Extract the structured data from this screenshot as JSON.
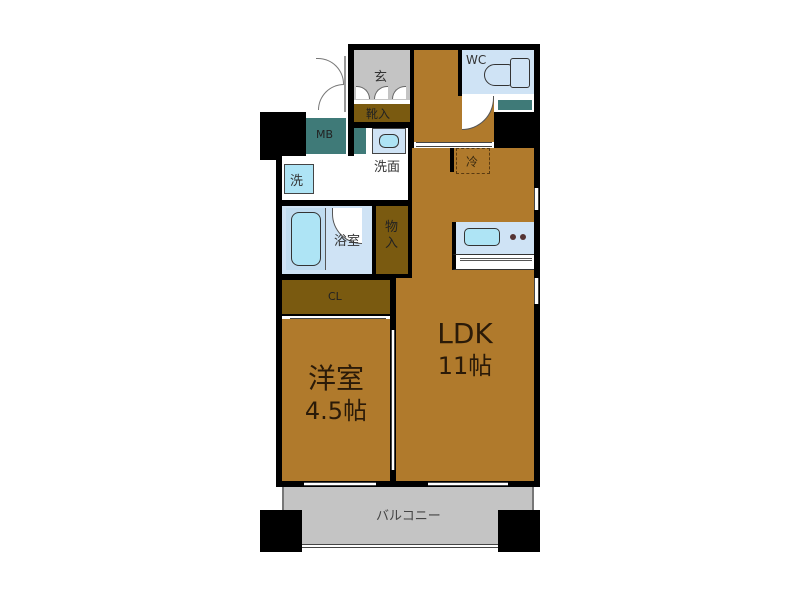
{
  "floorplan": {
    "rooms": {
      "genkan": {
        "label": "玄"
      },
      "shoe_storage": {
        "label": "靴入"
      },
      "meter_box": {
        "label": "MB"
      },
      "wc": {
        "label": "WC"
      },
      "washroom": {
        "label": "洗面"
      },
      "washer": {
        "label": "洗"
      },
      "bathroom": {
        "label": "浴室"
      },
      "storage": {
        "label": "物入"
      },
      "refrigerator": {
        "label": "冷"
      },
      "closet": {
        "label": "CL"
      },
      "western_room": {
        "label": "洋室",
        "size": "4.5帖"
      },
      "ldk": {
        "label": "LDK",
        "size": "11帖"
      },
      "balcony": {
        "label": "バルコニー"
      }
    },
    "colors": {
      "floor": "#b07a2c",
      "storage": "#7a5a10",
      "entrance": "#c4c4c4",
      "wet_area": "#cfe3f5",
      "meter_box": "#3f7a78",
      "wall": "#000000"
    }
  }
}
